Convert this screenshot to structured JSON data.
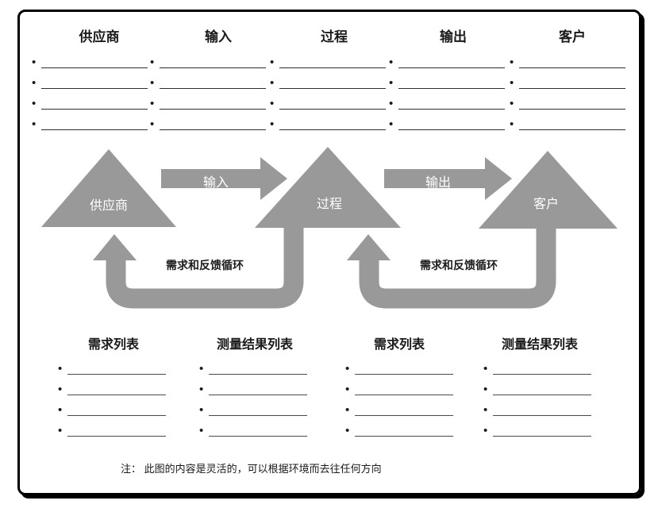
{
  "bullets": {
    "glyph": "•"
  },
  "top": {
    "columns": [
      {
        "label": "供应商"
      },
      {
        "label": "输入"
      },
      {
        "label": "过程"
      },
      {
        "label": "输出"
      },
      {
        "label": "客户"
      }
    ]
  },
  "flow": {
    "supplier_label": "供应商",
    "input_label": "输入",
    "process_label": "过程",
    "output_label": "输出",
    "customer_label": "客户",
    "feedback_left_label": "需求和反馈循环",
    "feedback_right_label": "需求和反馈循环"
  },
  "bottom": {
    "columns": [
      {
        "label": "需求列表"
      },
      {
        "label": "测量结果列表"
      },
      {
        "label": "需求列表"
      },
      {
        "label": "测量结果列表"
      }
    ]
  },
  "note": {
    "text": "注： 此图的内容是灵活的，可以根据环境而去往任何方向"
  },
  "colors": {
    "shape_gray": "#999999",
    "border_black": "#000000",
    "label_white": "#ffffff"
  }
}
